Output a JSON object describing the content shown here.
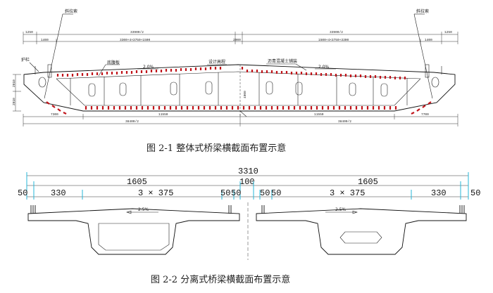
{
  "figure1": {
    "caption": "图 2-1  整体式桥梁横截面布置示意",
    "labels": {
      "stay_cable_left": "斜拉索",
      "stay_cable_right": "斜拉索",
      "guardrail": "护栏",
      "bottom_plate": "底腹板",
      "crossfall_left": "2.0%",
      "design_line": "设计高程",
      "deck_pavement": "沥青混凝土铺装",
      "crossfall_right": "2.0%"
    },
    "top_dims": {
      "edge_left": "1250",
      "edge_right": "1250",
      "half_left": "33900/2",
      "half_right": "33900/2",
      "anchor_left": "1400",
      "anchor_right": "1400",
      "lanes_left": "3300+4×3750+1500",
      "lanes_right": "1500+4×3750+3300",
      "center": "2000"
    },
    "side_dims": {
      "height_left_top": "2010",
      "height_left_bottom": "2010",
      "center_height": "4000"
    },
    "bottom_dims": {
      "seg1_left": "7300",
      "seg2_left": "11550",
      "seg1_right": "11550",
      "seg2_right": "7700",
      "total_left": "38400/2",
      "total_right": "38400/2"
    }
  },
  "figure2": {
    "caption": "图 2-2  分离式桥梁横截面布置示意",
    "total": "3310",
    "half_left": "1605",
    "center": "100",
    "half_right": "1605",
    "row": {
      "l_edge": "50",
      "l_330": "330",
      "l_lanes": "3 × 375",
      "l_50a": "50",
      "l_50b": "50",
      "r_50a": "50",
      "r_50b": "50",
      "r_lanes": "3 × 375",
      "r_330": "330",
      "r_edge": "50"
    },
    "slope_left": "2.5%",
    "slope_right": "2.5%"
  },
  "colors": {
    "line": "#222222",
    "rebar_red": "#c0141a",
    "accent_cyan": "#27b7d8"
  }
}
